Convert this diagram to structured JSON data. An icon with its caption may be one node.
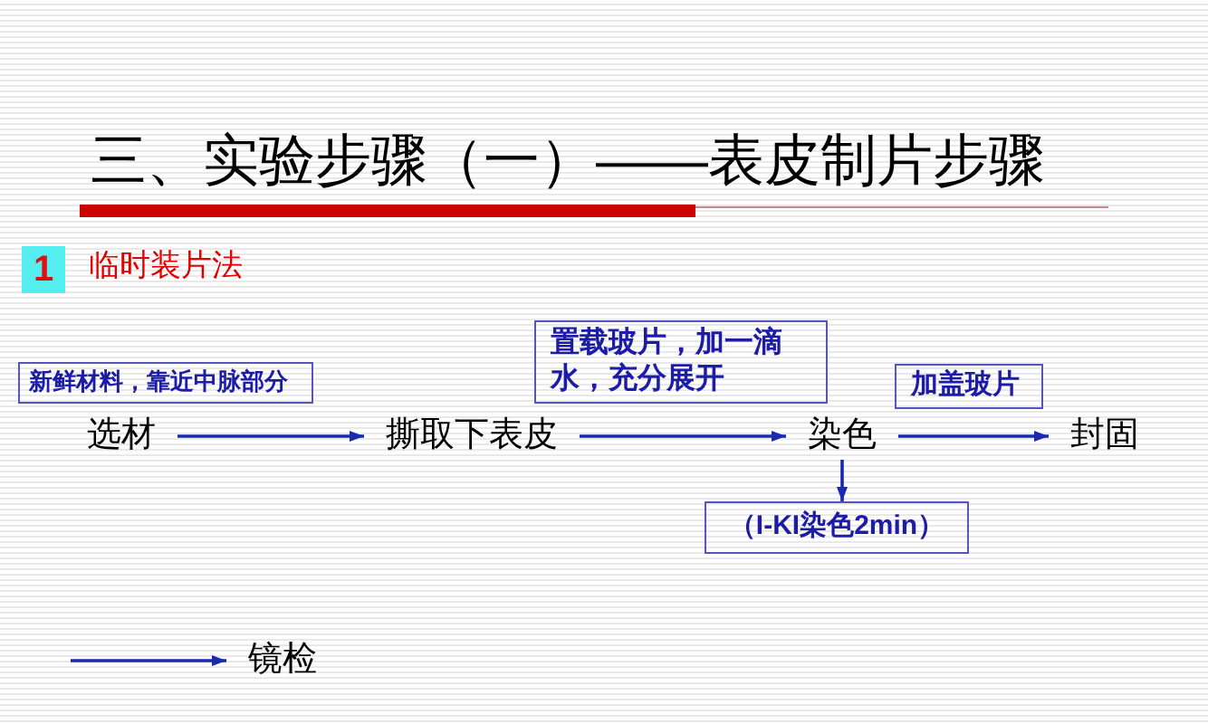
{
  "diagram": {
    "title": "三、实验步骤（一）——表皮制片步骤",
    "nodes": [
      {
        "text": [
          "1"
        ],
        "beside": [
          "临时装片法"
        ]
      },
      {
        "text": [
          "新鲜材料，靠近中脉部分"
        ]
      },
      {
        "text": [
          "置载玻片，加一滴水，充分展开"
        ]
      },
      {
        "text": [
          "加盖玻片"
        ]
      },
      {
        "text": [
          "选材"
        ]
      },
      {
        "text": [
          "撕取下表皮"
        ]
      },
      {
        "text": [
          "染色"
        ]
      },
      {
        "text": [
          "封固"
        ]
      },
      {
        "text": [
          "（I-KI染色2min）"
        ]
      },
      {
        "text": [
          "镜检"
        ]
      }
    ],
    "edges": [
      {
        "from": 4,
        "to": 5,
        "arrow": "to"
      },
      {
        "from": 5,
        "to": 6,
        "arrow": "to"
      },
      {
        "from": 6,
        "to": 7,
        "arrow": "to"
      },
      {
        "from": 6,
        "to": 8,
        "arrow": "to"
      },
      {
        "from": null,
        "to": 9,
        "arrow": "to"
      }
    ]
  }
}
